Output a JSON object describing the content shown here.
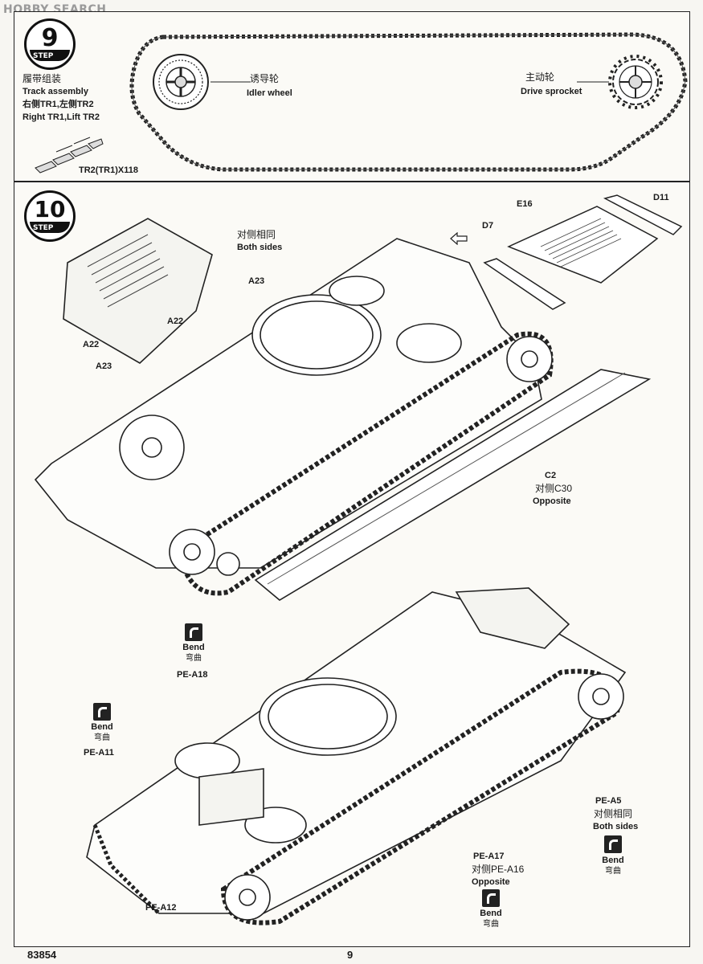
{
  "watermark": "HOBBY SEARCH",
  "step9": {
    "number": "9",
    "badge_label": "STEP",
    "title_cn": "履带组装",
    "title_en": "Track assembly",
    "sides_cn": "右侧TR1,左侧TR2",
    "sides_en": "Right TR1,Lift TR2",
    "part_count": "TR2(TR1)X118",
    "idler_cn": "诱导轮",
    "idler_en": "Idler wheel",
    "sprocket_cn": "主动轮",
    "sprocket_en": "Drive sprocket"
  },
  "step10": {
    "number": "10",
    "badge_label": "STEP",
    "both_sides_cn": "对侧相同",
    "both_sides_en": "Both sides",
    "parts": {
      "a23_top": "A23",
      "a22_mid": "A22",
      "a22_left": "A22",
      "a23_left": "A23",
      "d7": "D7",
      "e16": "E16",
      "d11": "D11"
    },
    "c2": {
      "part": "C2",
      "opposite_cn": "对侧C30",
      "opposite_en": "Opposite"
    },
    "bend_top": {
      "en": "Bend",
      "cn": "弯曲"
    },
    "pe_a18": "PE-A18",
    "bend_left": {
      "en": "Bend",
      "cn": "弯曲"
    },
    "pe_a11": "PE-A11",
    "pe_a5": {
      "part": "PE-A5",
      "cn": "对侧相同",
      "en": "Both sides"
    },
    "bend_right": {
      "en": "Bend",
      "cn": "弯曲"
    },
    "pe_a17": {
      "part": "PE-A17",
      "cn": "对侧PE-A16",
      "en": "Opposite"
    },
    "bend_bottom": {
      "en": "Bend",
      "cn": "弯曲"
    },
    "pe_a12": "PE-A12"
  },
  "footer": {
    "kit_number": "83854",
    "page_number": "9"
  }
}
